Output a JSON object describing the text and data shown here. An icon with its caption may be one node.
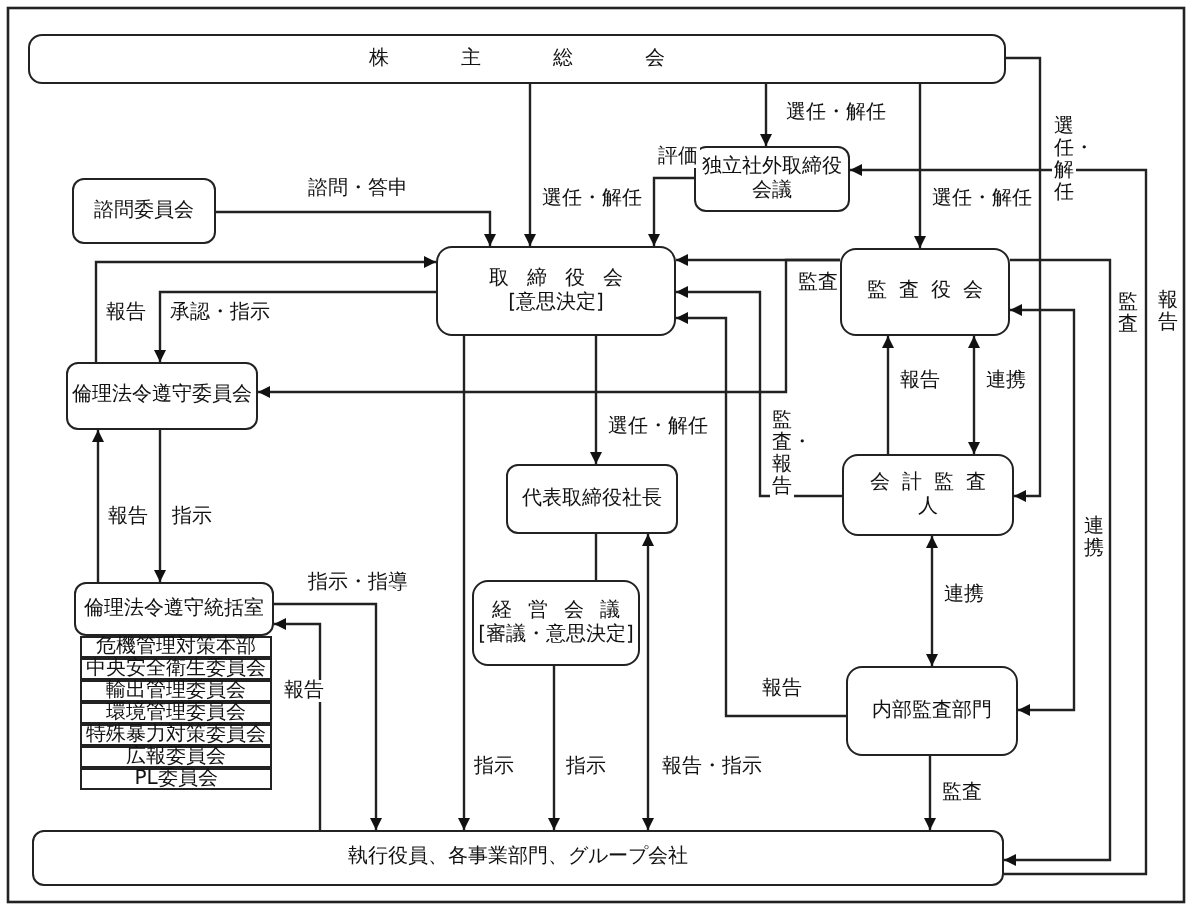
{
  "diagram": {
    "nodes": [
      {
        "text": [
          "株主総会"
        ]
      },
      {
        "text": [
          "独立社外取締役会議"
        ]
      },
      {
        "text": [
          "諮問委員会"
        ]
      },
      {
        "text": [
          "取締役会",
          "[意思決定]"
        ]
      },
      {
        "text": [
          "監査役会"
        ]
      },
      {
        "text": [
          "倫理法令遵守委員会"
        ]
      },
      {
        "text": [
          "代表取締役社長"
        ]
      },
      {
        "text": [
          "会計監査人"
        ]
      },
      {
        "text": [
          "経営会議",
          "[審議・意思決定]"
        ]
      },
      {
        "text": [
          "倫理法令遵守統括室"
        ]
      },
      {
        "text": [
          "危機管理対策本部"
        ]
      },
      {
        "text": [
          "中央安全衛生委員会"
        ]
      },
      {
        "text": [
          "輸出管理委員会"
        ]
      },
      {
        "text": [
          "環境管理委員会"
        ]
      },
      {
        "text": [
          "特殊暴力対策委員会"
        ]
      },
      {
        "text": [
          "広報委員会"
        ]
      },
      {
        "text": [
          "PL委員会"
        ]
      },
      {
        "text": [
          "内部監査部門"
        ]
      },
      {
        "text": [
          "執行役員、各事業部門、グループ会社"
        ]
      }
    ],
    "edges": [
      {
        "from": 0,
        "to": 1,
        "arrow": "to",
        "label": "選任・解任"
      },
      {
        "from": 0,
        "to": 3,
        "arrow": "to",
        "label": "選任・解任"
      },
      {
        "from": 0,
        "to": 4,
        "arrow": "to",
        "label": "選任・解任"
      },
      {
        "from": 0,
        "to": 7,
        "arrow": "to",
        "label": "選任・解任"
      },
      {
        "from": 2,
        "to": 3,
        "arrow": "to",
        "label": "諮問・答申"
      },
      {
        "from": 1,
        "to": 3,
        "arrow": "to",
        "label": "評価"
      },
      {
        "from": 18,
        "to": 1,
        "arrow": "to",
        "label": "報告"
      },
      {
        "from": 4,
        "to": 18,
        "arrow": "to",
        "label": "監査"
      },
      {
        "from": 4,
        "to": 3,
        "arrow": "to"
      },
      {
        "from": 4,
        "to": 5,
        "arrow": "to",
        "label": "監査"
      },
      {
        "from": 3,
        "to": 5,
        "arrow": "to",
        "label": "承認・指示"
      },
      {
        "from": 5,
        "to": 3,
        "arrow": "to",
        "label": "報告"
      },
      {
        "from": 5,
        "to": 9,
        "arrow": "to",
        "label": "指示"
      },
      {
        "from": 9,
        "to": 5,
        "arrow": "to",
        "label": "報告"
      },
      {
        "from": 9,
        "to": 18,
        "arrow": "to",
        "label": "指示・指導"
      },
      {
        "from": 18,
        "to": 9,
        "arrow": "to",
        "label": "報告"
      },
      {
        "from": 3,
        "to": 18,
        "arrow": "to",
        "label": "指示"
      },
      {
        "from": 3,
        "to": 6,
        "arrow": "to",
        "label": "選任・解任"
      },
      {
        "from": 6,
        "to": 8,
        "arrow": "none"
      },
      {
        "from": 8,
        "to": 18,
        "arrow": "to",
        "label": "指示"
      },
      {
        "from": 6,
        "to": 18,
        "arrow": "both",
        "label": "報告・指示"
      },
      {
        "from": 17,
        "to": 3,
        "arrow": "to",
        "label": "報告"
      },
      {
        "from": 7,
        "to": 3,
        "arrow": "to",
        "label": "監査・報告"
      },
      {
        "from": 7,
        "to": 4,
        "arrow": "to",
        "label": "報告"
      },
      {
        "from": 4,
        "to": 7,
        "arrow": "both",
        "label": "連携"
      },
      {
        "from": 7,
        "to": 17,
        "arrow": "both",
        "label": "連携"
      },
      {
        "from": 4,
        "to": 17,
        "arrow": "both",
        "label": "連携"
      },
      {
        "from": 17,
        "to": 18,
        "arrow": "to",
        "label": "監査"
      }
    ]
  }
}
